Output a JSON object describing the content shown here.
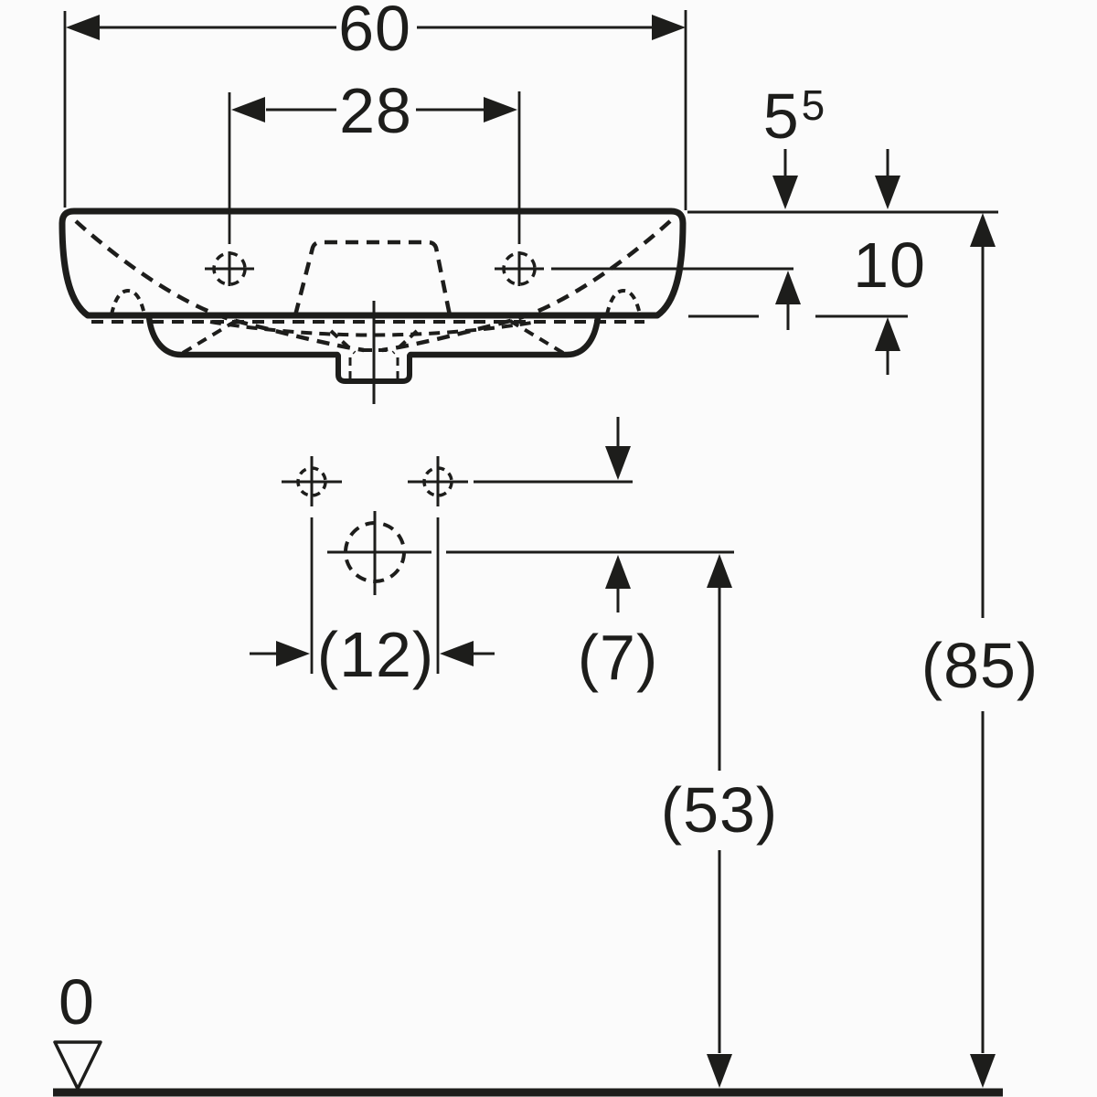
{
  "title": "washbasin-dimension-drawing",
  "colors": {
    "ink": "#1d1d1b",
    "background": "#fbfbfb"
  },
  "units": "cm",
  "labels": {
    "width_total": "60",
    "tap_hole_spacing": "28",
    "rim_to_tap_hole_main": "5",
    "rim_to_tap_hole_sup": "5",
    "ceramic_height": "10",
    "fixing_hole_spacing": "(12)",
    "fixing_holes_to_drain": "(7)",
    "drain_height_above_floor": "(53)",
    "rim_height_above_floor": "(85)",
    "floor_datum": "0"
  },
  "symbols": [
    "tap-hole-crosshair-left",
    "tap-hole-crosshair-right",
    "fixing-hole-crosshair-left",
    "fixing-hole-crosshair-right",
    "drain-crosshair",
    "floor-datum-triangle"
  ]
}
